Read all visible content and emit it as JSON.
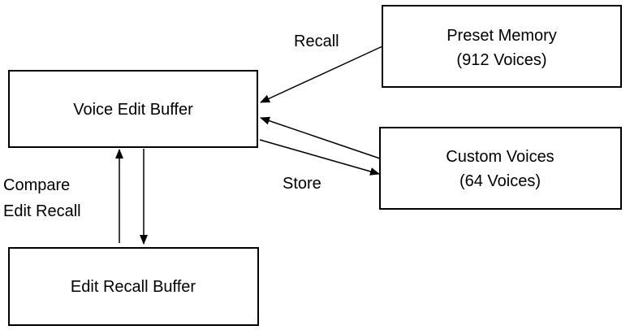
{
  "diagram": {
    "boxes": {
      "voice_edit": {
        "line1": "Voice Edit Buffer"
      },
      "preset": {
        "line1": "Preset Memory",
        "line2": "(912 Voices)"
      },
      "custom": {
        "line1": "Custom Voices",
        "line2": "(64 Voices)"
      },
      "edit_recall": {
        "line1": "Edit Recall Buffer"
      }
    },
    "edges": {
      "recall": "Recall",
      "store": "Store",
      "compare_line1": "Compare",
      "compare_line2": "Edit Recall"
    },
    "colors": {
      "stroke": "#000000",
      "fill": "#ffffff"
    }
  }
}
